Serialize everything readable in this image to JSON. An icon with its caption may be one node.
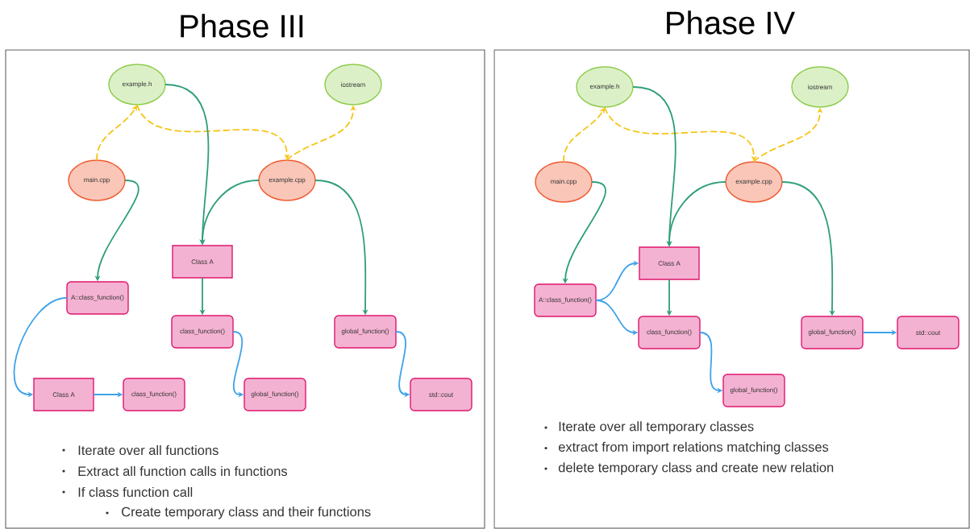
{
  "diagram": {
    "nodes": [
      {
        "text": [
          "Phase III",
          "Iterate over all functions",
          "Extract all function calls in functions",
          "If class function call",
          "Create temporary class and their functions"
        ]
      },
      {
        "text": [
          "example.h"
        ],
        "in": 0
      },
      {
        "text": [
          "iostream"
        ],
        "in": 0
      },
      {
        "text": [
          "main.cpp"
        ],
        "in": 0
      },
      {
        "text": [
          "example.cpp"
        ],
        "in": 0
      },
      {
        "text": [
          "Class A"
        ],
        "in": 0
      },
      {
        "text": [
          "A::class_function()"
        ],
        "in": 0
      },
      {
        "text": [
          "class_function()"
        ],
        "in": 0
      },
      {
        "text": [
          "global_function()"
        ],
        "in": 0
      },
      {
        "text": [
          "Class A"
        ],
        "in": 0
      },
      {
        "text": [
          "class_function()"
        ],
        "in": 0
      },
      {
        "text": [
          "global_function()"
        ],
        "in": 0
      },
      {
        "text": [
          "std::cout"
        ],
        "in": 0
      },
      {
        "text": [
          "Phase IV",
          "Iterate over all temporary classes",
          "extract from import relations matching classes",
          "delete temporary class and create new relation"
        ]
      },
      {
        "text": [
          "example.h"
        ],
        "in": 13
      },
      {
        "text": [
          "iostream"
        ],
        "in": 13
      },
      {
        "text": [
          "main.cpp"
        ],
        "in": 13
      },
      {
        "text": [
          "example.cpp"
        ],
        "in": 13
      },
      {
        "text": [
          "Class A"
        ],
        "in": 13
      },
      {
        "text": [
          "A::class_function()"
        ],
        "in": 13
      },
      {
        "text": [
          "class_function()"
        ],
        "in": 13
      },
      {
        "text": [
          "global_function()"
        ],
        "in": 13
      },
      {
        "text": [
          "std::cout"
        ],
        "in": 13
      },
      {
        "text": [
          "global_function()"
        ],
        "in": 13
      }
    ],
    "edges": [
      {
        "from": 3,
        "to": 1,
        "arrow": "to",
        "style": "dashed",
        "color": "#f5c518"
      },
      {
        "from": 1,
        "to": 4,
        "arrow": "to",
        "style": "dashed",
        "color": "#f5c518"
      },
      {
        "from": 4,
        "to": 2,
        "arrow": "to",
        "style": "dashed",
        "color": "#f5c518"
      },
      {
        "from": 1,
        "to": 5,
        "arrow": "to"
      },
      {
        "from": 4,
        "to": 5,
        "arrow": "to"
      },
      {
        "from": 4,
        "to": 8,
        "arrow": "to"
      },
      {
        "from": 3,
        "to": 6,
        "arrow": "to"
      },
      {
        "from": 5,
        "to": 7,
        "arrow": "to"
      },
      {
        "from": 6,
        "to": 9,
        "arrow": "to",
        "color": "#3ea2ea"
      },
      {
        "from": 9,
        "to": 10,
        "arrow": "to",
        "color": "#3ea2ea"
      },
      {
        "from": 7,
        "to": 11,
        "arrow": "to",
        "color": "#3ea2ea"
      },
      {
        "from": 8,
        "to": 12,
        "arrow": "to",
        "color": "#3ea2ea"
      },
      {
        "from": 16,
        "to": 14,
        "arrow": "to",
        "style": "dashed",
        "color": "#f5c518"
      },
      {
        "from": 14,
        "to": 17,
        "arrow": "to",
        "style": "dashed",
        "color": "#f5c518"
      },
      {
        "from": 17,
        "to": 15,
        "arrow": "to",
        "style": "dashed",
        "color": "#f5c518"
      },
      {
        "from": 14,
        "to": 18,
        "arrow": "to"
      },
      {
        "from": 17,
        "to": 18,
        "arrow": "to"
      },
      {
        "from": 17,
        "to": 21,
        "arrow": "to"
      },
      {
        "from": 16,
        "to": 19,
        "arrow": "to"
      },
      {
        "from": 18,
        "to": 20,
        "arrow": "to"
      },
      {
        "from": 19,
        "to": 18,
        "arrow": "to",
        "color": "#3ea2ea"
      },
      {
        "from": 19,
        "to": 20,
        "arrow": "to",
        "color": "#3ea2ea"
      },
      {
        "from": 20,
        "to": 23,
        "arrow": "to",
        "color": "#3ea2ea"
      },
      {
        "from": 21,
        "to": 22,
        "arrow": "to",
        "color": "#3ea2ea"
      }
    ]
  }
}
